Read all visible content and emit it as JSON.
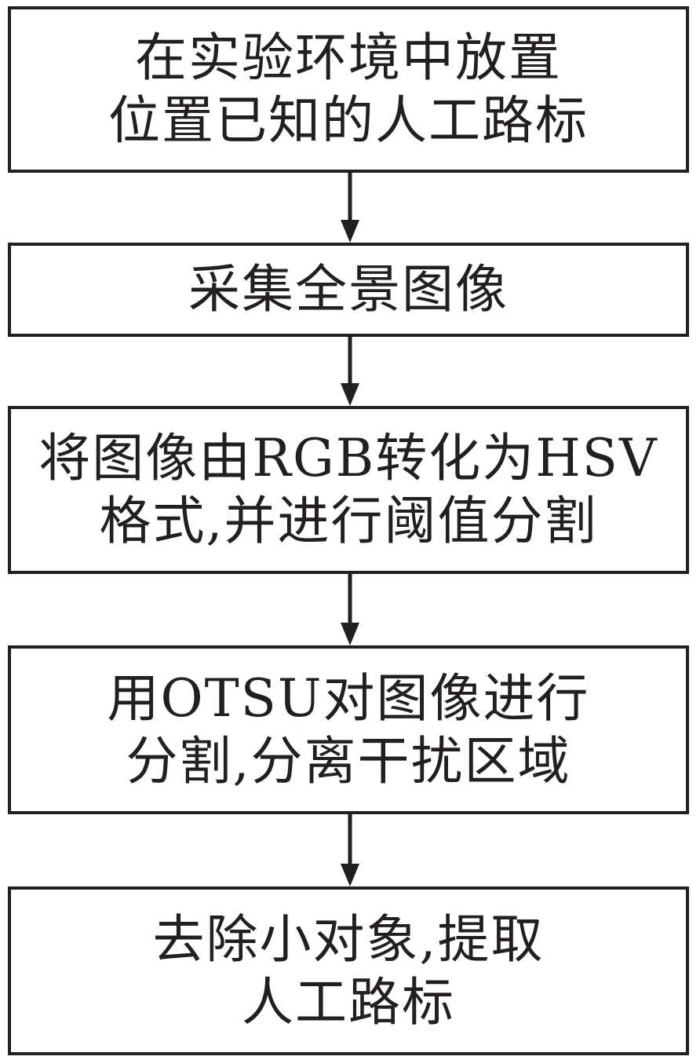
{
  "flowchart": {
    "steps": [
      {
        "lines": [
          "在实验环境中放置",
          "位置已知的人工路标"
        ]
      },
      {
        "lines": [
          "采集全景图像"
        ]
      },
      {
        "lines": [
          "将图像由RGB转化为HSV",
          "格式,并进行阈值分割"
        ]
      },
      {
        "lines": [
          "用OTSU对图像进行",
          "分割,分离干扰区域"
        ]
      },
      {
        "lines": [
          "去除小对象,提取",
          "人工路标"
        ]
      }
    ]
  },
  "colors": {
    "stroke": "#231f20",
    "background": "#ffffff"
  }
}
